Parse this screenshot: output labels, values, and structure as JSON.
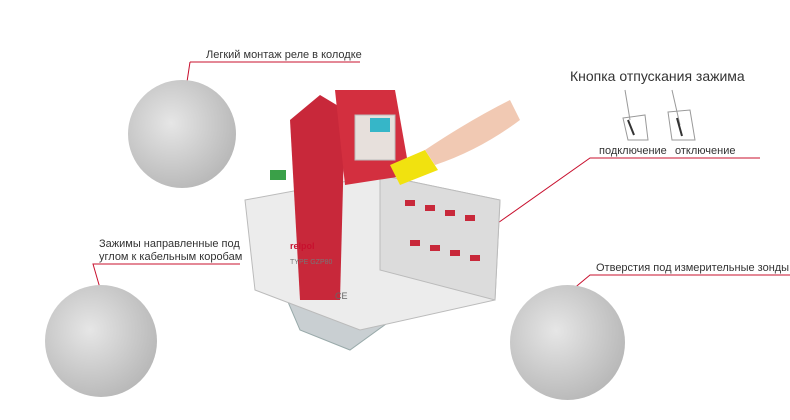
{
  "callouts": {
    "top_left": "Легкий монтаж реле в колодке",
    "release_title": "Кнопка отпускания зажима",
    "connect": "подключение",
    "disconnect": "отключение",
    "angled_line1": "Зажимы направленные под",
    "angled_line2": "углом к кабельным коробам",
    "probe_holes": "Отверстия под измерительные зонды"
  },
  "product": {
    "brand": "relpol",
    "type": "TYPE GZP80",
    "mark": "CE"
  },
  "colors": {
    "accent": "#c8102e",
    "body": "#e8e8e8",
    "relay": "#c8283a"
  }
}
